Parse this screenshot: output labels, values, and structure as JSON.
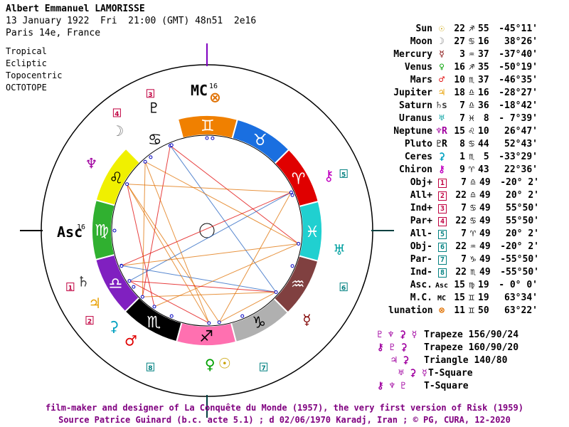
{
  "header": {
    "name": "Albert Emmanuel LAMORISSE",
    "birth": "13 January 1922  Fri  21:00 (GMT) 48n51  2e16",
    "place": "Paris 14e, France"
  },
  "options": [
    "Tropical",
    "Ecliptic",
    "Topocentric",
    "OCTOTOPE"
  ],
  "planets": [
    {
      "name": "Sun",
      "glyph": "☉",
      "color": "#c8a000",
      "deg": "22",
      "sign": "♐",
      "min": "55",
      "lat": "-45°11'"
    },
    {
      "name": "Moon",
      "glyph": "☽",
      "color": "#808080",
      "deg": "27",
      "sign": "♋",
      "min": "16",
      "lat": "38°26'"
    },
    {
      "name": "Mercury",
      "glyph": "☿",
      "color": "#800000",
      "deg": "3",
      "sign": "♒",
      "min": "37",
      "lat": "-37°40'"
    },
    {
      "name": "Venus",
      "glyph": "♀",
      "color": "#00a000",
      "deg": "16",
      "sign": "♐",
      "min": "35",
      "lat": "-50°19'"
    },
    {
      "name": "Mars",
      "glyph": "♂",
      "color": "#e00000",
      "deg": "10",
      "sign": "♏",
      "min": "37",
      "lat": "-46°35'"
    },
    {
      "name": "Jupiter",
      "glyph": "♃",
      "color": "#e8a000",
      "deg": "18",
      "sign": "♎",
      "min": "16",
      "lat": "-28°27'"
    },
    {
      "name": "Saturn",
      "glyph": "♄s",
      "color": "#404040",
      "deg": "7",
      "sign": "♎",
      "min": "36",
      "lat": "-18°42'"
    },
    {
      "name": "Uranus",
      "glyph": "♅",
      "color": "#00a0a0",
      "deg": "7",
      "sign": "♓",
      "min": " 8",
      "lat": "- 7°39'"
    },
    {
      "name": "Neptune",
      "glyph": "♆R",
      "color": "#a000a0",
      "deg": "15",
      "sign": "♌",
      "min": "10",
      "lat": "26°47'"
    },
    {
      "name": "Pluto",
      "glyph": "♇R",
      "color": "#000000",
      "deg": "8",
      "sign": "♋",
      "min": "44",
      "lat": "52°43'"
    },
    {
      "name": "Ceres",
      "glyph": "⚳",
      "color": "#00a0c0",
      "deg": "1",
      "sign": "♏",
      "min": " 5",
      "lat": "-33°29'"
    },
    {
      "name": "Chiron",
      "glyph": "⚷",
      "color": "#c000c0",
      "deg": "9",
      "sign": "♈",
      "min": "43",
      "lat": "22°36'"
    },
    {
      "name": "Obj+",
      "glyph": "1",
      "color": "#c00040",
      "deg": "7",
      "sign": "♎",
      "min": "49",
      "lat": "-20° 2'"
    },
    {
      "name": "All+",
      "glyph": "2",
      "color": "#c00040",
      "deg": "22",
      "sign": "♎",
      "min": "49",
      "lat": "20° 2'"
    },
    {
      "name": "Ind+",
      "glyph": "3",
      "color": "#c00040",
      "deg": "7",
      "sign": "♋",
      "min": "49",
      "lat": "55°50'"
    },
    {
      "name": "Par+",
      "glyph": "4",
      "color": "#c00040",
      "deg": "22",
      "sign": "♋",
      "min": "49",
      "lat": "55°50'"
    },
    {
      "name": "All-",
      "glyph": "5",
      "color": "#008080",
      "deg": "7",
      "sign": "♈",
      "min": "49",
      "lat": "20° 2'"
    },
    {
      "name": "Obj-",
      "glyph": "6",
      "color": "#008080",
      "deg": "22",
      "sign": "♒",
      "min": "49",
      "lat": "-20° 2'"
    },
    {
      "name": "Par-",
      "glyph": "7",
      "color": "#008080",
      "deg": "7",
      "sign": "♑",
      "min": "49",
      "lat": "-55°50'"
    },
    {
      "name": "Ind-",
      "glyph": "8",
      "color": "#008080",
      "deg": "22",
      "sign": "♏",
      "min": "49",
      "lat": "-55°50'"
    },
    {
      "name": "Asc.",
      "glyph": "Asc",
      "color": "#000000",
      "deg": "15",
      "sign": "♍",
      "min": "19",
      "lat": "- 0° 0'"
    },
    {
      "name": "M.C.",
      "glyph": "MC",
      "color": "#000000",
      "deg": "15",
      "sign": "♊",
      "min": "19",
      "lat": "63°34'"
    },
    {
      "name": "lunation",
      "glyph": "⊗",
      "color": "#e07000",
      "deg": "11",
      "sign": "♊",
      "min": "50",
      "lat": "63°22'"
    }
  ],
  "patterns": [
    {
      "glyphs": "♇ ♆ ⚳ ☿",
      "label": "Trapeze 156/90/24"
    },
    {
      "glyphs": "⚷ ♇ ⚳",
      "label": "Trapeze 160/90/20"
    },
    {
      "glyphs": "♃ ⚳",
      "label": "Triangle 140/80"
    },
    {
      "glyphs": "♅ ⚳ ☿",
      "label": "T-Square"
    },
    {
      "glyphs": "⚷ ♆ ♇",
      "label": "T-Square"
    }
  ],
  "footer": {
    "line1": "film-maker and designer of La Conquête du Monde (1957), the very first version of Risk (1959)",
    "line2": "Source Patrice Guinard (b.c. acte 5.1) ; d 02/06/1970 Karadj, Iran ; © PG, CURA, 12-2020"
  },
  "wheel": {
    "signs": [
      {
        "glyph": "♈",
        "color": "#e00000"
      },
      {
        "glyph": "♉",
        "color": "#1a6fe0"
      },
      {
        "glyph": "♊",
        "color": "#f08000"
      },
      {
        "glyph": "♋",
        "color": "#ffffff"
      },
      {
        "glyph": "♌",
        "color": "#f0f000"
      },
      {
        "glyph": "♍",
        "color": "#30b030"
      },
      {
        "glyph": "♎",
        "color": "#8020c0"
      },
      {
        "glyph": "♏",
        "color": "#000000"
      },
      {
        "glyph": "♐",
        "color": "#ff70b0"
      },
      {
        "glyph": "♑",
        "color": "#b0b0b0"
      },
      {
        "glyph": "♒",
        "color": "#804040"
      },
      {
        "glyph": "♓",
        "color": "#20d0d0"
      }
    ],
    "asc_label": "Asc",
    "asc_num": "16",
    "mc_label": "MC",
    "mc_num": "16"
  }
}
